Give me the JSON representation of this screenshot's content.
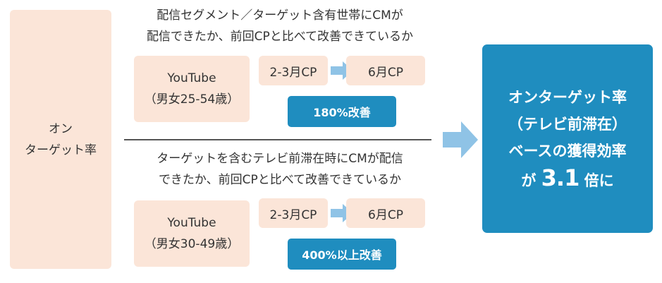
{
  "left_label": {
    "line1": "オン",
    "line2": "ターゲット率"
  },
  "section1": {
    "desc_line1": "配信セグメント／ターゲット含有世帯にCMが",
    "desc_line2": "配信できたか、前回CPと比べて改善できているか",
    "target_line1": "YouTube",
    "target_line2": "（男女25-54歳）",
    "cp_from": "2-3月CP",
    "cp_to": "6月CP",
    "badge": "180%改善"
  },
  "section2": {
    "desc_line1": "ターゲットを含むテレビ前滞在時にCMが配信",
    "desc_line2": "できたか、前回CPと比べて改善できているか",
    "target_line1": "YouTube",
    "target_line2": "（男女30-49歳）",
    "cp_from": "2-3月CP",
    "cp_to": "6月CP",
    "badge": "400%以上改善"
  },
  "result": {
    "line1": "オンターゲット率",
    "line2": "（テレビ前滞在）",
    "line3": "ベースの獲得効率",
    "line4_prefix": "が",
    "line4_value": "3.1",
    "line4_suffix": "倍に"
  },
  "colors": {
    "peach": "#fbe5d8",
    "accent_blue": "#1f8dbf",
    "arrow_light_blue": "#8fc3e6"
  },
  "icons": {
    "arrow": "right-arrow-icon"
  }
}
